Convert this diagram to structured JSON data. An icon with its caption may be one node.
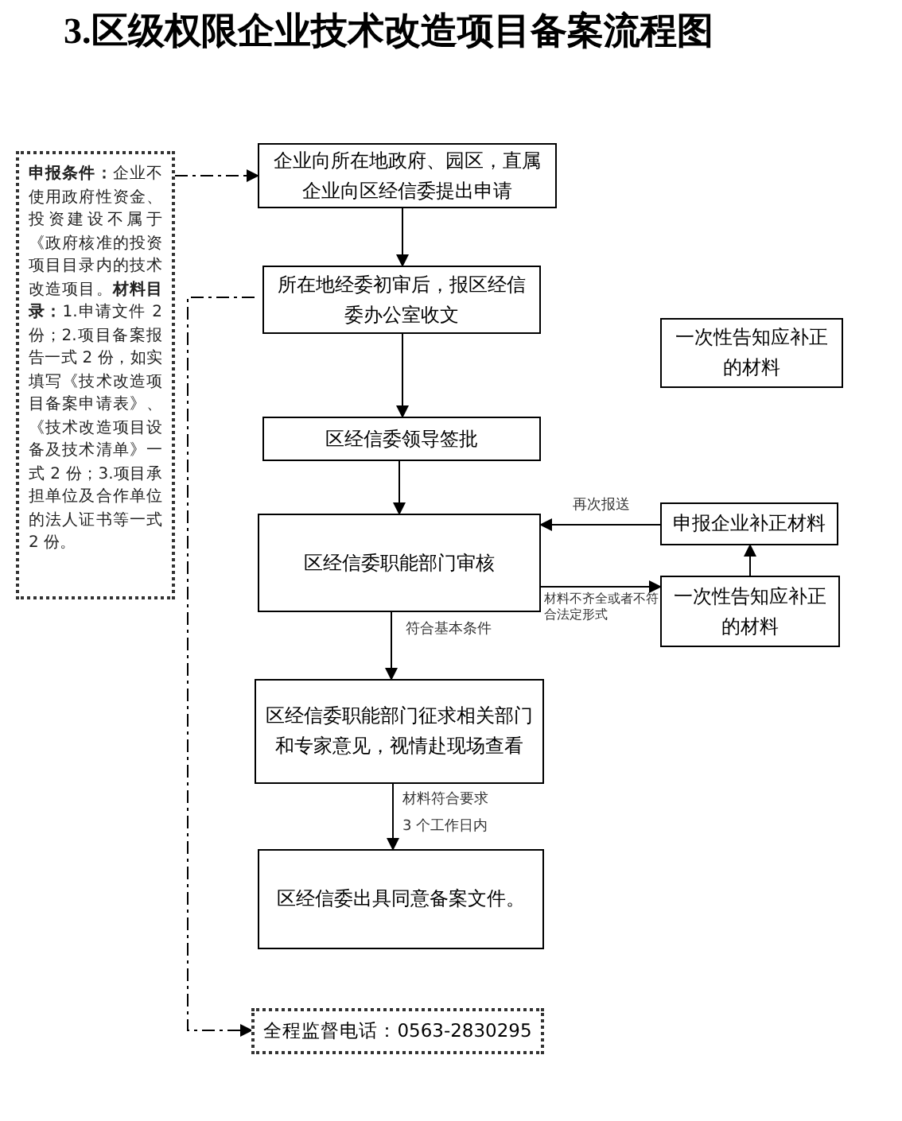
{
  "diagram": {
    "title": "3.区级权限企业技术改造项目备案流程图",
    "nodes": [
      {
        "text": [
          "**申报条件：**企业不使用政府性资金、投资建设不属于《政府核准的投资项目目录内的技术改造项目。**材料目录：**1.申请文件 2 份；2.项目备案报告一式 2 份，如实填写《技术改造项目备案申请表》、《技术改造项目设备及技术清单》一式 2 份；3.项目承担单位及合作单位的法人证书等一式 2 份。"
        ]
      },
      {
        "text": [
          "企业向所在地政府、园区，直属企业向区经信委提出申请"
        ]
      },
      {
        "text": [
          "所在地经委初审后，报区经信委办公室收文"
        ]
      },
      {
        "text": [
          "区经信委领导签批"
        ]
      },
      {
        "text": [
          "区经信委职能部门审核"
        ]
      },
      {
        "text": [
          "区经信委职能部门征求相关部门和专家意见，视情赴现场查看"
        ]
      },
      {
        "text": [
          "区经信委出具同意备案文件。"
        ]
      },
      {
        "text": [
          "全程监督电话：0563-2830295"
        ]
      },
      {
        "text": [
          "一次性告知应补正的材料"
        ]
      },
      {
        "text": [
          "申报企业补正材料"
        ]
      },
      {
        "text": [
          "一次性告知应补正的材料"
        ]
      }
    ],
    "edges": [
      {
        "from": 0,
        "to": 1,
        "arrow": "to",
        "style": "dashed"
      },
      {
        "from": 1,
        "to": 2,
        "arrow": "to"
      },
      {
        "from": 2,
        "to": 3,
        "arrow": "to"
      },
      {
        "from": 3,
        "to": 4,
        "arrow": "to"
      },
      {
        "from": 4,
        "to": 5,
        "arrow": "to",
        "label": "符合基本条件"
      },
      {
        "from": 5,
        "to": 6,
        "arrow": "to",
        "label": "材料符合要求"
      },
      {
        "from": 4,
        "to": 10,
        "arrow": "to",
        "label": "材料不齐全或者不符合法定形式"
      },
      {
        "from": 10,
        "to": 9,
        "arrow": "to"
      },
      {
        "from": 9,
        "to": 4,
        "arrow": "to",
        "label": "再次报送"
      },
      {
        "from": 2,
        "to": 7,
        "arrow": "to",
        "style": "dashed"
      }
    ],
    "labels": [
      "3 个工作日内"
    ]
  }
}
